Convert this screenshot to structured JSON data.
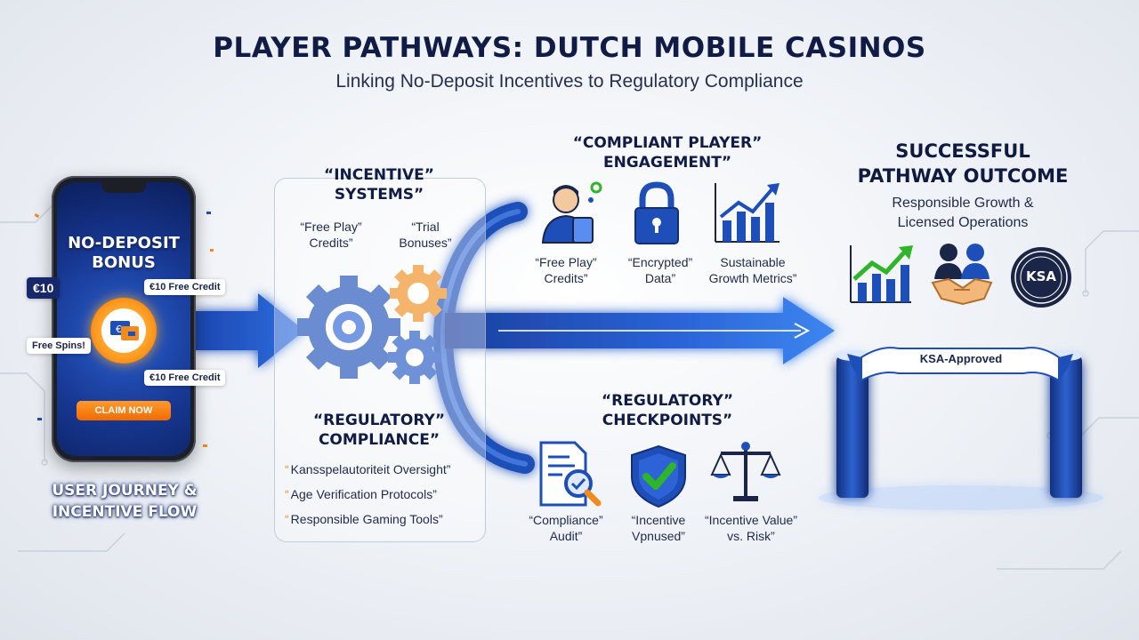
{
  "title": "PLAYER PATHWAYS: DUTCH MOBILE CASINOS",
  "subtitle": "Linking No-Deposit Incentives to Regulatory Compliance",
  "phone": {
    "bonus_line1": "NO-DEPOSIT",
    "bonus_line2": "BONUS",
    "tag_euro": "€10",
    "tag_free_credit_top": "€10 Free Credit",
    "tag_free_spins": "Free Spins!",
    "tag_free_credit_bottom": "€10 Free Credit",
    "claim_button": "CLAIM NOW"
  },
  "journey": {
    "line1": "USER JOURNEY &",
    "line2": "INCENTIVE FLOW"
  },
  "incentive": {
    "heading_line1": "“INCENTIVE”",
    "heading_line2": "SYSTEMS”",
    "item1_line1": "“Free Play”",
    "item1_line2": "Credits”",
    "item2_line1": "“Trial",
    "item2_line2": "Bonuses”"
  },
  "compliance": {
    "heading_line1": "“REGULATORY”",
    "heading_line2": "COMPLIANCE”",
    "items": [
      "Kansspelautoriteit Oversight”",
      "Age Verification Protocols”",
      "Responsible Gaming Tools”"
    ]
  },
  "engagement": {
    "heading_line1": "“COMPLIANT PLAYER”",
    "heading_line2": "ENGAGEMENT”",
    "items": [
      {
        "line1": "“Free Play”",
        "line2": "Credits”",
        "icon": "user-tablet-icon"
      },
      {
        "line1": "“Encrypted”",
        "line2": "Data”",
        "icon": "padlock-icon"
      },
      {
        "line1": "Sustainable",
        "line2": "Growth Metrics”",
        "icon": "growth-chart-icon"
      }
    ]
  },
  "checkpoints": {
    "heading_line1": "“REGULATORY”",
    "heading_line2": "CHECKPOINTS”",
    "items": [
      {
        "line1": "“Compliance”",
        "line2": "Audit”",
        "icon": "document-magnifier-icon"
      },
      {
        "line1": "“Incentive",
        "line2": "Vpnused”",
        "icon": "shield-check-icon"
      },
      {
        "line1": "“Incentive Value”",
        "line2": "vs. Risk”",
        "icon": "scales-icon"
      }
    ]
  },
  "outcome": {
    "heading_line1": "SUCCESSFUL",
    "heading_line2": "PATHWAY OUTCOME",
    "sub_line1": "Responsible Growth &",
    "sub_line2": "Licensed Operations",
    "ksa_badge": "KSA",
    "gate_banner": "KSA-Approved"
  },
  "colors": {
    "navy": "#111c46",
    "blue": "#1e4fb8",
    "orange": "#f08c1e",
    "green": "#2fb52a"
  }
}
